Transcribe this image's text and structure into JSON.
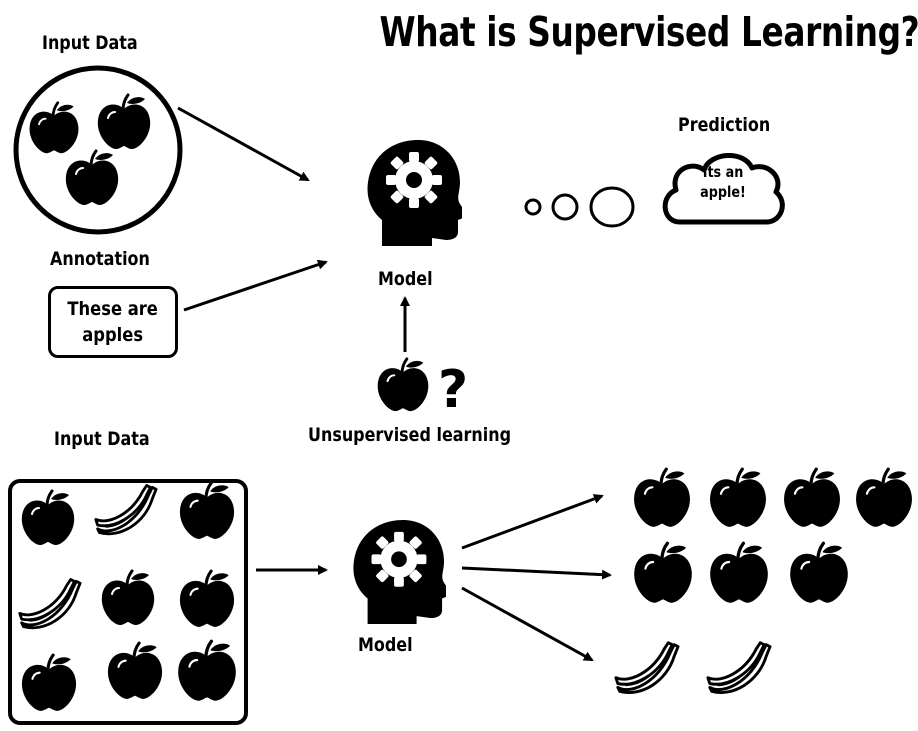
{
  "title": "What is Supervised Learning?",
  "supervised": {
    "input_label": "Input Data",
    "annotation_label": "Annotation",
    "annotation_text": "These are\napples",
    "model_label": "Model",
    "prediction_label": "Prediction",
    "prediction_text": "Its an\napple!"
  },
  "unsupervised": {
    "caption": "Unsupervised learning",
    "question_mark": "?",
    "input_label": "Input Data",
    "model_label": "Model"
  },
  "icons": [
    "apple-icon",
    "banana-icon",
    "head-gear-icon",
    "thought-bubble-icon",
    "arrow-icon"
  ]
}
